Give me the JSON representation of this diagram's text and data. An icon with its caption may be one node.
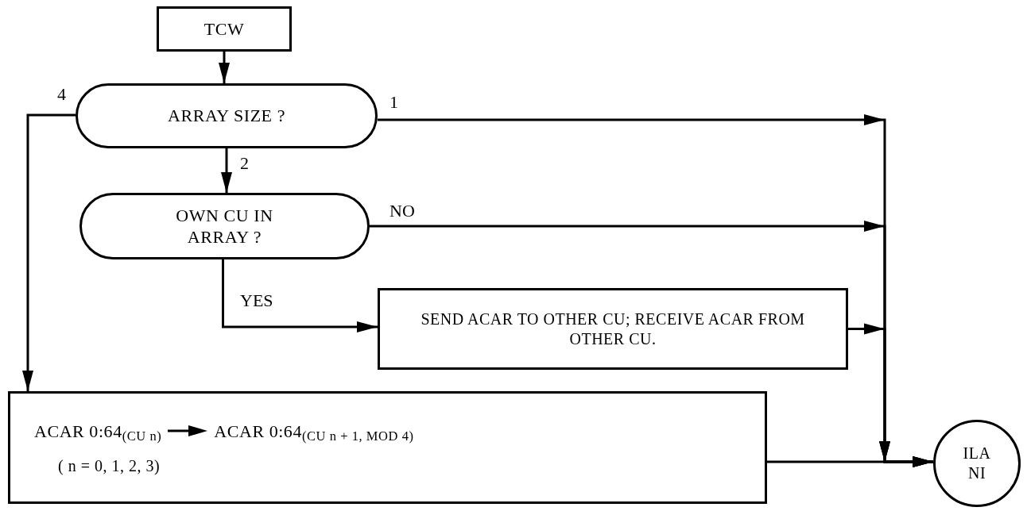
{
  "diagram": {
    "nodes": [
      {
        "text": [
          "TCW"
        ]
      },
      {
        "text": [
          "ARRAY SIZE ?"
        ]
      },
      {
        "text": [
          "OWN CU IN ARRAY ?"
        ]
      },
      {
        "text": [
          "SEND ACAR TO OTHER CU; RECEIVE ACAR FROM OTHER CU."
        ]
      },
      {
        "text": [
          "ACAR 0:64$_{(CU n)}$",
          "ACAR 0:64$_{(CU n + 1, MOD 4)}$",
          "( n = 0, 1, 2, 3)"
        ]
      },
      {
        "text": [
          "ILA NI"
        ]
      }
    ],
    "edges": [
      {
        "from": 0,
        "to": 1,
        "arrow": "to"
      },
      {
        "from": 1,
        "to": 2,
        "arrow": "to",
        "label": "2"
      },
      {
        "from": 1,
        "to": 4,
        "arrow": "to",
        "label": "4"
      },
      {
        "from": 1,
        "to": 5,
        "arrow": "to",
        "label": "1"
      },
      {
        "from": 2,
        "to": 5,
        "arrow": "to",
        "label": "NO"
      },
      {
        "from": 2,
        "to": 3,
        "arrow": "to",
        "label": "YES"
      },
      {
        "from": 3,
        "to": 5,
        "arrow": "to"
      },
      {
        "from": 4,
        "to": 5,
        "arrow": "to"
      }
    ]
  }
}
